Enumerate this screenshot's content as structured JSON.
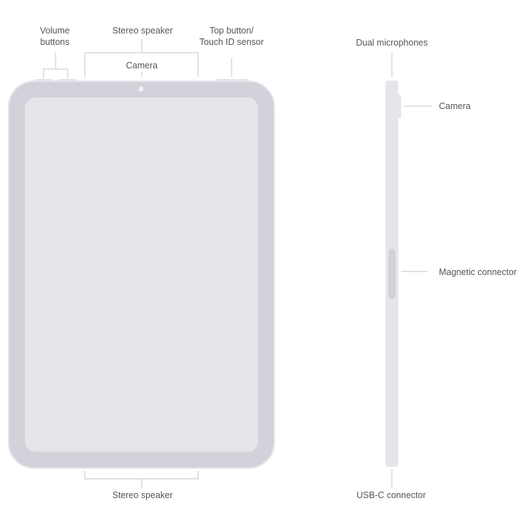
{
  "front_view": {
    "labels": {
      "volume_line1": "Volume",
      "volume_line2": "buttons",
      "stereo_speaker_top": "Stereo speaker",
      "camera": "Camera",
      "top_button_line1": "Top button/",
      "top_button_line2": "Touch ID sensor",
      "stereo_speaker_bottom": "Stereo speaker"
    }
  },
  "side_view": {
    "labels": {
      "dual_microphones": "Dual microphones",
      "camera": "Camera",
      "magnetic_connector": "Magnetic connector",
      "usb_c_connector": "USB-C connector"
    }
  },
  "colors": {
    "body": "#d2d2da",
    "screen": "#e6e5ea",
    "leader_lines": "#cfcfd4",
    "label_text": "#555555"
  }
}
